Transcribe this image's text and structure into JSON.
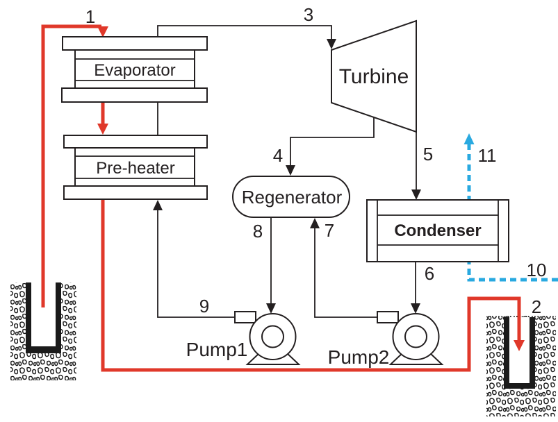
{
  "components": {
    "evaporator": "Evaporator",
    "pre_heater": "Pre-heater",
    "turbine": "Turbine",
    "regenerator": "Regenerator",
    "condenser": "Condenser",
    "pump1": "Pump1",
    "pump2": "Pump2"
  },
  "streams": {
    "s1": "1",
    "s2": "2",
    "s3": "3",
    "s4": "4",
    "s5": "5",
    "s6": "6",
    "s7": "7",
    "s8": "8",
    "s9": "9",
    "s10": "10",
    "s11": "11"
  },
  "colors": {
    "geothermal_line": "#e0382a",
    "cooling_line": "#29a9e0",
    "process_line": "#231f20"
  }
}
